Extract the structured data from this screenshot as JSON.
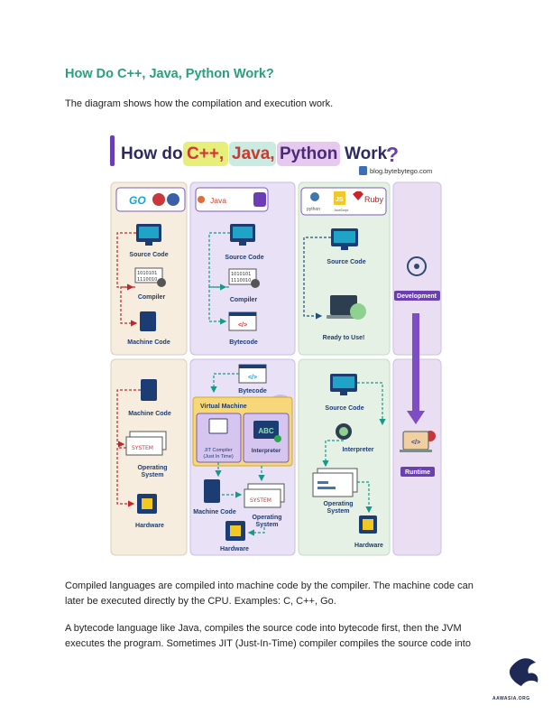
{
  "document": {
    "title": "How Do C++, Java, Python Work?",
    "intro": "The diagram shows how the compilation and execution work.",
    "para1_line1": "Compiled languages are compiled into machine code by the compiler. The machine code can",
    "para1_line2": "later be executed directly by the CPU. Examples: C, C++, Go.",
    "para2_line1": "A bytecode language like Java, compiles the source code into bytecode first, then the JVM",
    "para2_line2": "executes the program. Sometimes JIT (Just-In-Time) compiler compiles the source code into"
  },
  "figure": {
    "title_prefix": "How do",
    "title_cpp": "C++,",
    "title_java": "Java,",
    "title_python": "Python",
    "title_suffix": "Work",
    "title_q": "?",
    "source": "blog.bytebytego.com",
    "lang_go": "GO",
    "lang_java": "Java",
    "lang_python": "python",
    "lang_js": "JS",
    "lang_js_sub": "JavaScript",
    "lang_ruby": "Ruby",
    "col1": {
      "source_code": "Source Code",
      "compiler": "Compiler",
      "machine_code": "Machine Code",
      "machine_code_rt": "Machine Code",
      "os": [
        "Operating",
        "System"
      ],
      "hardware": "Hardware"
    },
    "col2": {
      "source_code": "Source Code",
      "compiler": "Compiler",
      "bytecode": "Bytecode",
      "bytecode_rt": "Bytecode",
      "vm": "Virtual Machine",
      "jit": [
        "JIT Compiler",
        "(Just In Time)"
      ],
      "abc": "ABC",
      "interpreter": "Interpreter",
      "machine_code": "Machine Code",
      "os": [
        "Operating",
        "System"
      ],
      "hardware": "Hardware"
    },
    "col3": {
      "source_code": "Source Code",
      "ready": "Ready to Use!",
      "source_code_rt": "Source Code",
      "interpreter": "Interpreter",
      "os": [
        "Operating",
        "System"
      ],
      "hardware": "Hardware"
    },
    "side": {
      "development": "Development",
      "runtime": "Runtime"
    },
    "system_label": "SYSTEM",
    "binary_1": "1010101",
    "binary_2": "1110010",
    "code_glyph": "</>"
  },
  "watermark": {
    "text": "AAWASIA.ORG"
  }
}
